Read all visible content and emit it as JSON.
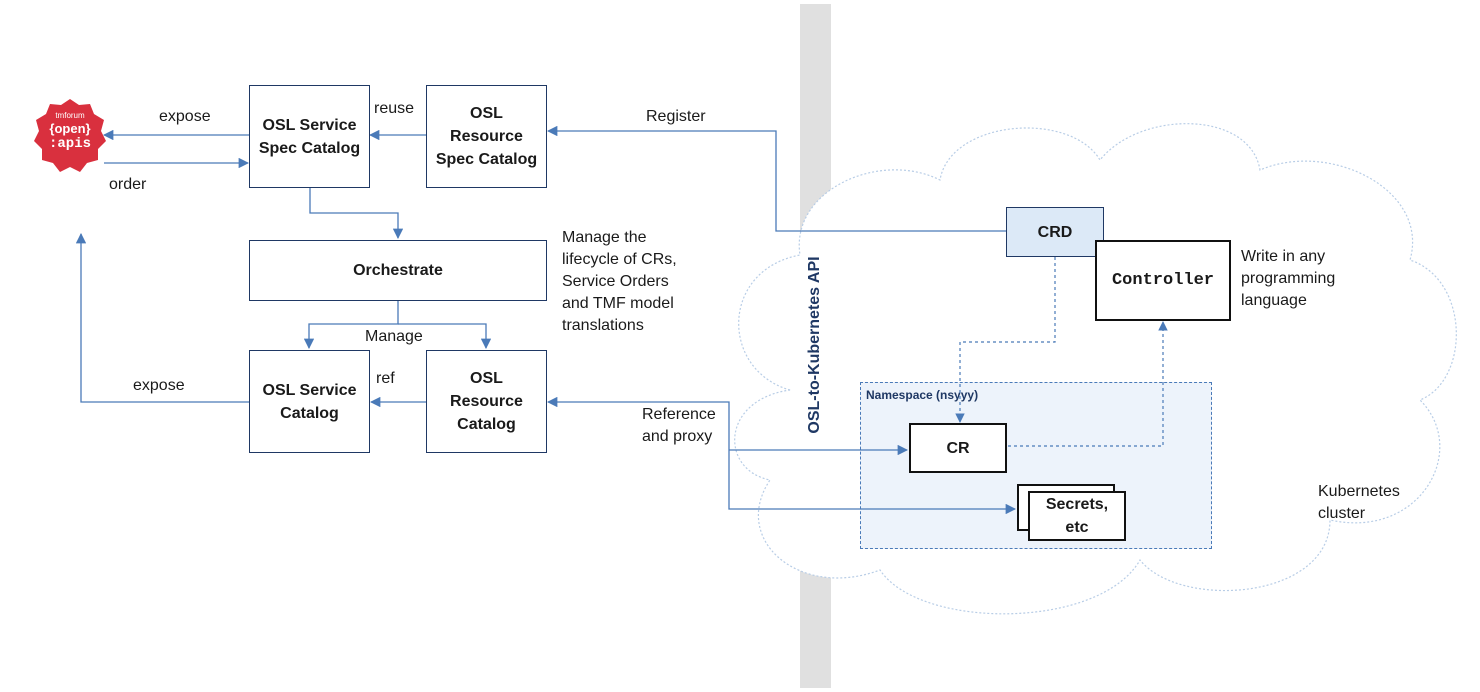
{
  "logo": {
    "brand_top": "tmforum",
    "brand_mid": "{open}",
    "brand_bottom": ":apis",
    "color": "#d9303e"
  },
  "api_boundary": {
    "label": "OSL-to-Kubernetes API"
  },
  "boxes": {
    "service_spec_catalog": "OSL Service\nSpec Catalog",
    "resource_spec_catalog": "OSL\nResource\nSpec Catalog",
    "orchestrate": "Orchestrate",
    "service_catalog": "OSL Service\nCatalog",
    "resource_catalog": "OSL\nResource\nCatalog",
    "crd": "CRD",
    "controller": "Controller",
    "cr": "CR",
    "secrets": "Secrets,\netc"
  },
  "labels": {
    "expose_top": "expose",
    "order": "order",
    "reuse": "reuse",
    "register": "Register",
    "manage_lifecycle": "Manage the\nlifecycle of CRs,\nService Orders\nand TMF model\ntranslations",
    "manage": "Manage",
    "ref": "ref",
    "expose_bottom": "expose",
    "reference_proxy": "Reference\nand proxy",
    "write_any_language": "Write in any\nprogramming\nlanguage",
    "namespace": "Namespace (nsyyy)",
    "kubernetes_cluster": "Kubernetes\ncluster"
  },
  "colors": {
    "arrow": "#4a7ab8",
    "box_border": "#1f3864",
    "namespace_fill": "#edf3fb",
    "crd_fill": "#dce9f7",
    "cloud_outline": "#b8cde6"
  }
}
